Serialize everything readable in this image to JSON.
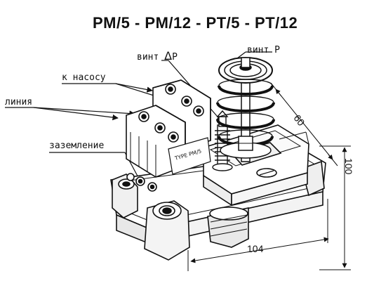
{
  "title": "PM/5 - PM/12 - PT/5 - PT/12",
  "labels": {
    "screw_delta_p": "винт",
    "delta_symbol": "Δ",
    "delta_p_letter": "P",
    "screw_p": "винт P",
    "to_pump": "к насосу",
    "line": "линия",
    "ground": "заземление",
    "type_plate": "TYPE PM/5"
  },
  "dimensions": {
    "depth": "60",
    "height": "100",
    "width": "104"
  }
}
